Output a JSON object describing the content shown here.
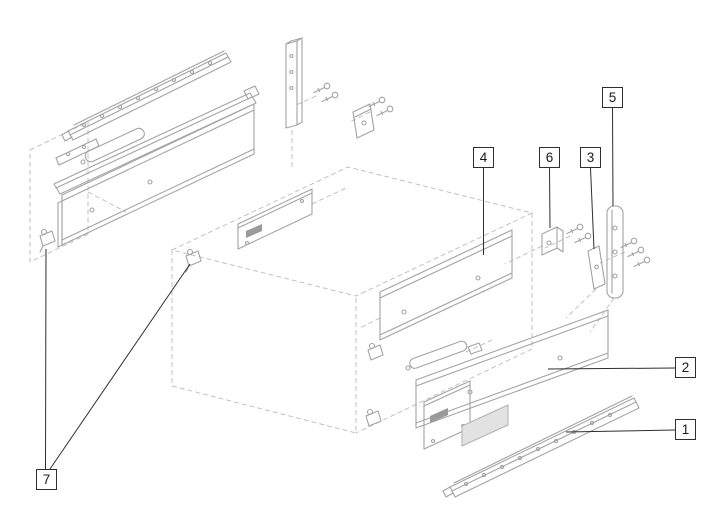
{
  "diagram": {
    "description": "Exploded parts view of a drawer slide and side-rail assembly with numbered part callouts",
    "callouts": [
      {
        "label": "1"
      },
      {
        "label": "2"
      },
      {
        "label": "3"
      },
      {
        "label": "4"
      },
      {
        "label": "5"
      },
      {
        "label": "6"
      },
      {
        "label": "7"
      }
    ],
    "colors": {
      "artwork_line": "#a3a3a3",
      "guide_dash": "#c2c2c2",
      "callout_line": "#2e2e2e",
      "background": "#ffffff"
    }
  }
}
